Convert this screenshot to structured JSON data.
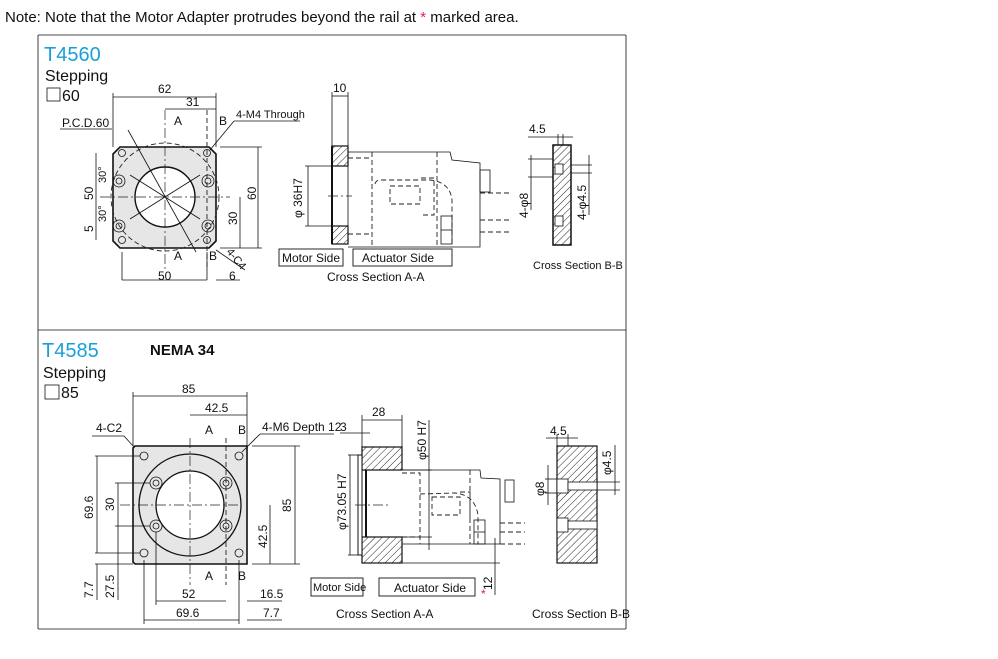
{
  "note": {
    "prefix": "Note: Note that the Motor Adapter protrudes beyond the rail at ",
    "asterisk": "*",
    "suffix": " marked area.",
    "asterisk_color": "#e0157a"
  },
  "accent_color": "#1aa0d8",
  "panels": [
    {
      "model": "T4560",
      "motor_type": "Stepping",
      "size": "60",
      "front_view": {
        "dims": [
          "62",
          "31",
          "50",
          "60",
          "30",
          "5",
          "30°",
          "30°",
          "50",
          "6"
        ],
        "section_marks": [
          "A",
          "B",
          "A",
          "B"
        ],
        "labels": {
          "pcd": "P.C.D.60",
          "holes": "4-M4 Through",
          "chamfer": "4-C4"
        }
      },
      "section_aa": {
        "dims": [
          "10",
          "φ 36H7"
        ],
        "motor_side": "Motor Side",
        "actuator_side": "Actuator Side",
        "caption": "Cross Section A-A"
      },
      "section_bb": {
        "dims": [
          "4.5",
          "4-φ8",
          "4-φ4.5"
        ],
        "caption": "Cross Section B-B"
      }
    },
    {
      "model": "T4585",
      "subtitle": "NEMA 34",
      "motor_type": "Stepping",
      "size": "85",
      "front_view": {
        "dims": [
          "85",
          "42.5",
          "69.6",
          "30",
          "42.5",
          "85",
          "7.7",
          "27.5",
          "52",
          "16.5",
          "69.6",
          "7.7"
        ],
        "section_marks": [
          "A",
          "B",
          "A",
          "B"
        ],
        "labels": {
          "chamfer": "4-C2",
          "holes": "4-M6 Depth 12"
        }
      },
      "section_aa": {
        "dims": [
          "28",
          "3",
          "φ50 H7",
          "φ73.05 H7",
          "12"
        ],
        "asterisk": "*",
        "motor_side": "Motor Side",
        "actuator_side": "Actuator Side",
        "caption": "Cross Section A-A"
      },
      "section_bb": {
        "dims": [
          "4.5",
          "φ4.5",
          "φ8"
        ],
        "caption": "Cross Section B-B"
      }
    }
  ]
}
